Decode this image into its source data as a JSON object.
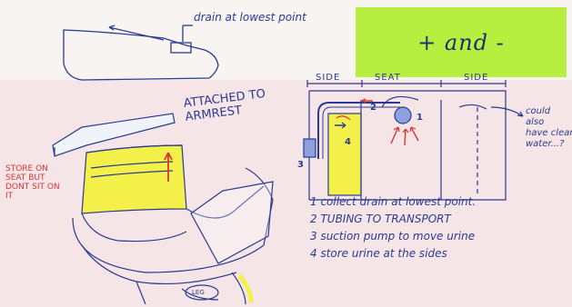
{
  "sticky_note": {
    "text": "+ and -"
  },
  "top_sketch": {
    "label": "drain at lowest point"
  },
  "chair_sketch": {
    "attached_label": "ATTACHED TO\nARMREST",
    "store_label": "STORE ON\nSEAT BUT\nDONT SIT ON\nIT",
    "leg_label": "LEG"
  },
  "section_diagram": {
    "headers": [
      "SIDE",
      "SEAT",
      "SIDE"
    ],
    "numbers": [
      "1",
      "2",
      "3",
      "4"
    ],
    "side_note": "could\nalso\nhave clean\nwater...?"
  },
  "steps": [
    "1 collect drain at lowest point.",
    "2 TUBING TO TRANSPORT",
    "3 suction pump to move urine",
    "4 store urine at the sides"
  ],
  "colors": {
    "ink_blue": "#2a3a8f",
    "ink_red": "#d93535",
    "highlighter_yellow": "#f3f04a",
    "sticky_green": "#b7ee3f",
    "pink_paper": "#f5e5e7"
  }
}
